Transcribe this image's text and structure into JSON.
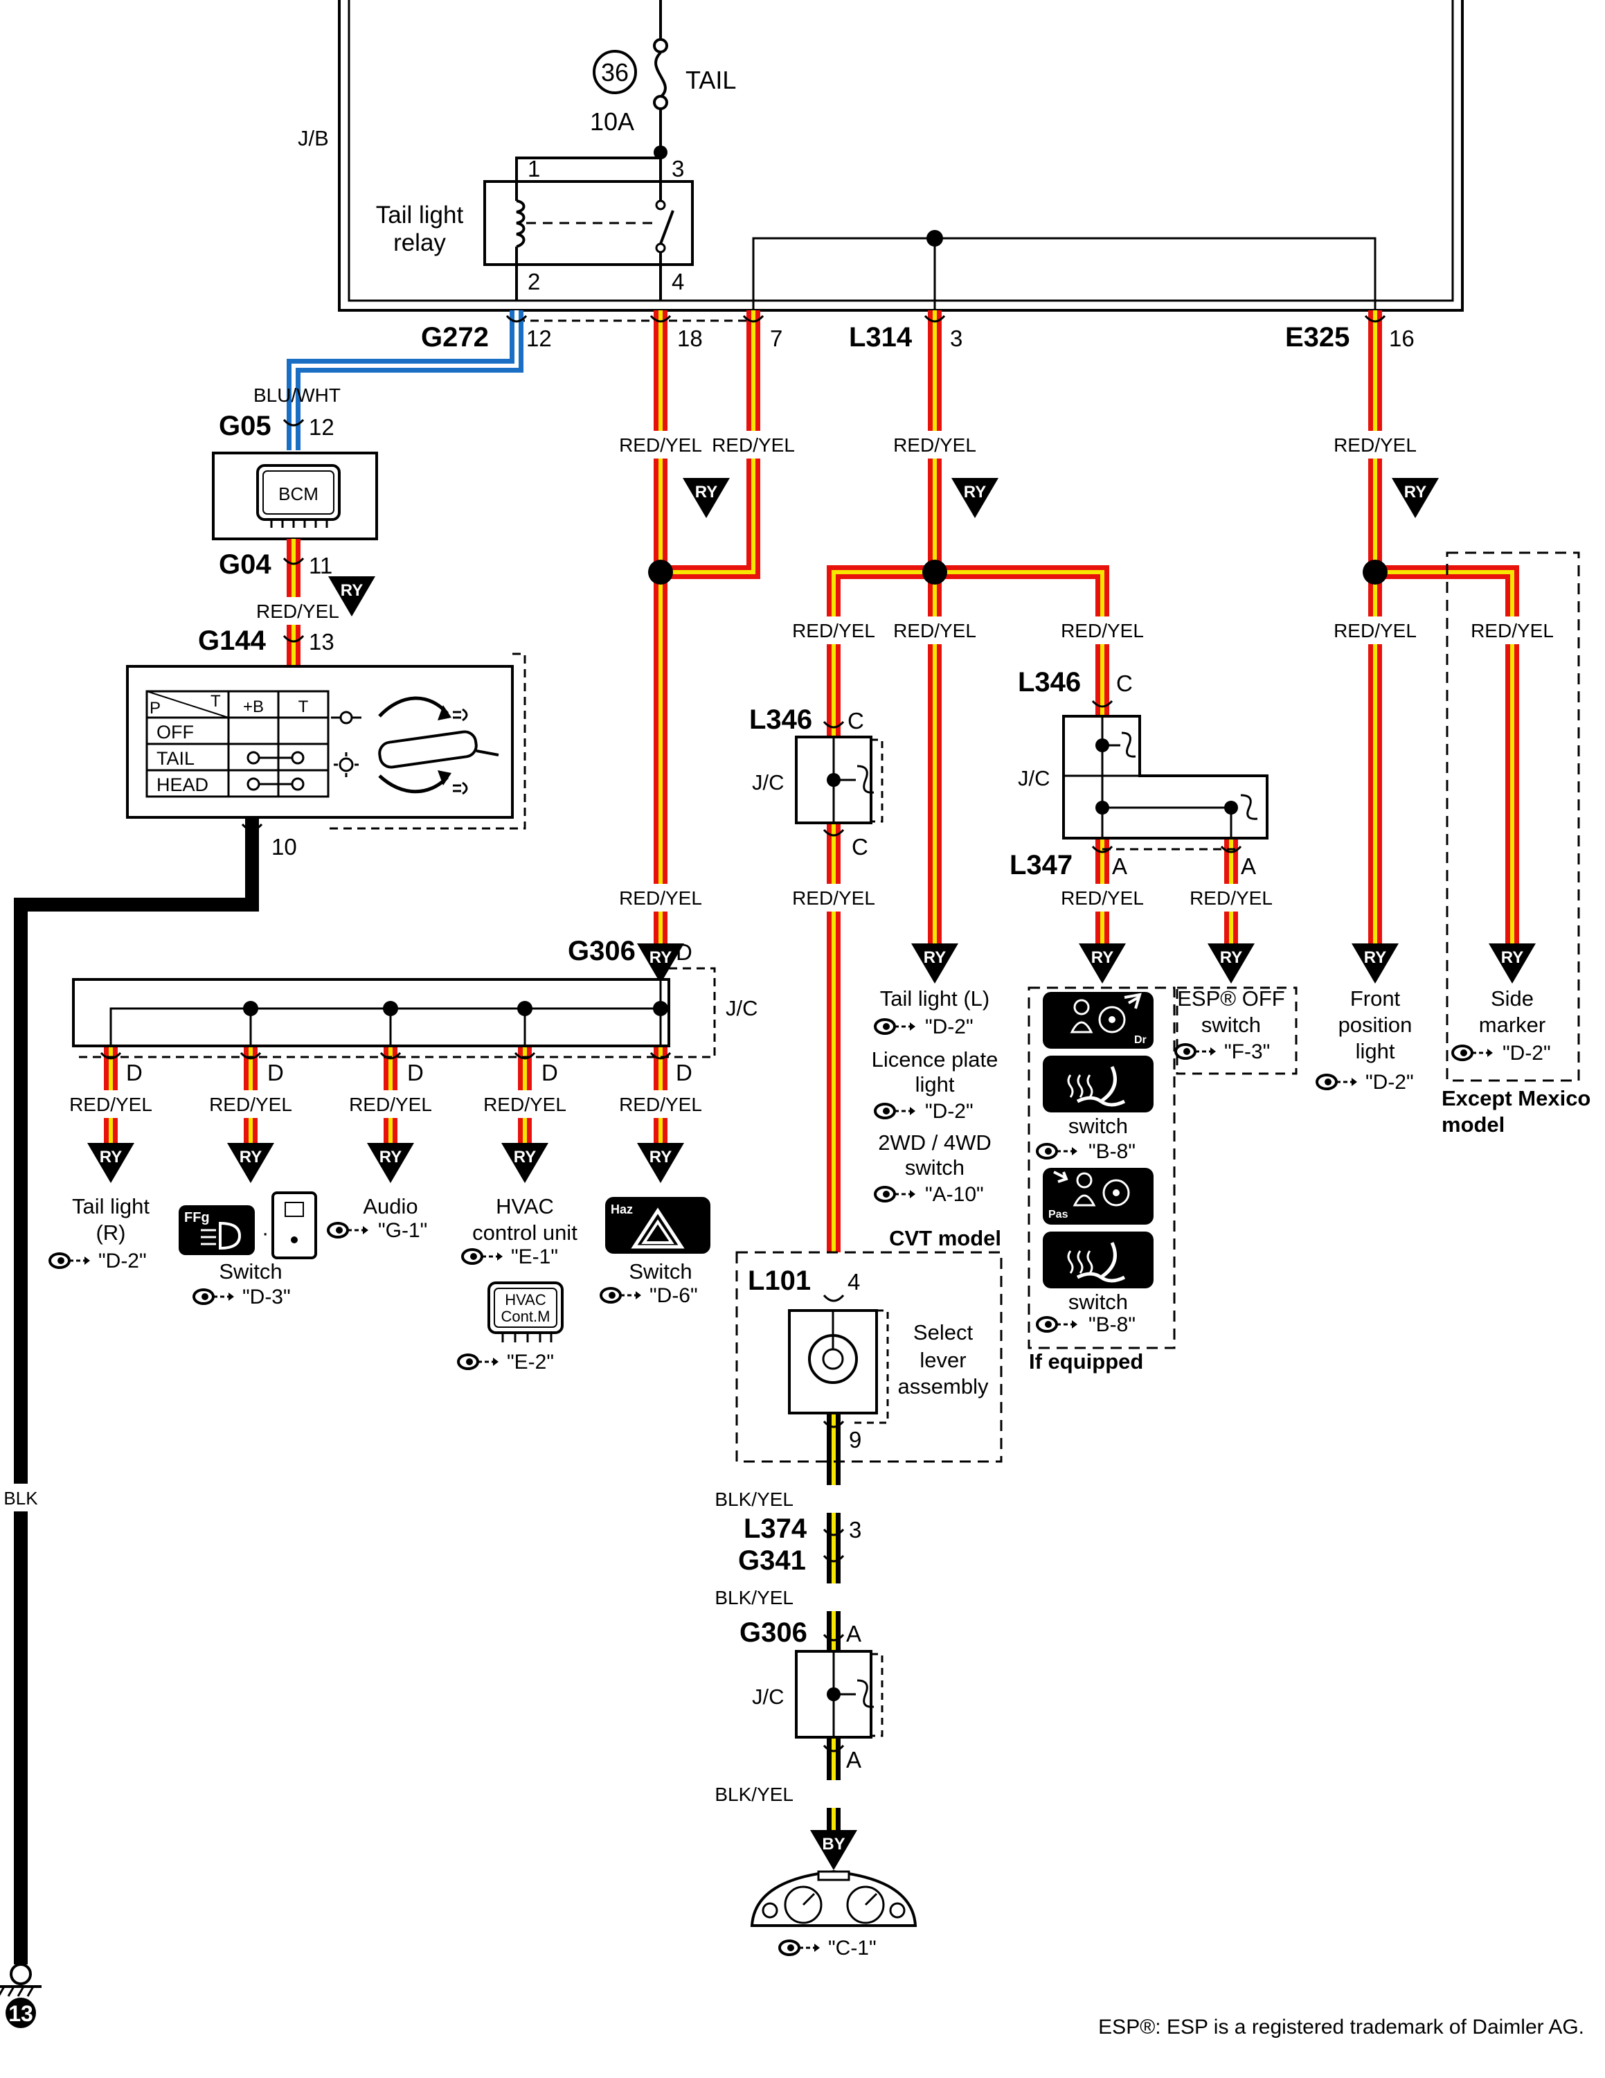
{
  "jb": {
    "label": "J/B",
    "fuse_number": "36",
    "fuse_name": "TAIL",
    "fuse_rating": "10A",
    "relay_label": "Tail light relay",
    "relay_pins": [
      "1",
      "3",
      "2",
      "4"
    ]
  },
  "connectors": {
    "G272": {
      "name": "G272",
      "pin": "12"
    },
    "G272b": {
      "pin18": "18",
      "pin7": "7"
    },
    "L314": {
      "name": "L314",
      "pin": "3"
    },
    "E325": {
      "name": "E325",
      "pin": "16"
    },
    "G05": {
      "name": "G05",
      "pin": "12"
    },
    "G04": {
      "name": "G04",
      "pin": "11"
    },
    "G144": {
      "name": "G144",
      "pin": "13",
      "pin_out": "10"
    },
    "G306D": {
      "name": "G306",
      "pin": "D"
    },
    "L346a": {
      "name": "L346",
      "pin": "C",
      "pin_out": "C"
    },
    "L346b": {
      "name": "L346",
      "pin": "C"
    },
    "L347": {
      "name": "L347",
      "pin_a": "A",
      "pin_b": "A"
    },
    "L101": {
      "name": "L101",
      "pin": "4",
      "pin_out": "9"
    },
    "L374": {
      "name": "L374",
      "pin": "3"
    },
    "G341": {
      "name": "G341"
    },
    "G306A": {
      "name": "G306",
      "pin": "A",
      "pin_out": "A"
    }
  },
  "wires": {
    "blu_wht": "BLU/WHT",
    "red_yel": "RED/YEL",
    "blk": "BLK",
    "blk_yel": "BLK/YEL"
  },
  "tags": {
    "ry": "RY",
    "by": "BY"
  },
  "jc": "J/C",
  "bcm": "BCM",
  "light_switch_table": {
    "header": [
      "P",
      "T",
      "+B",
      "T"
    ],
    "rows": [
      "OFF",
      "TAIL",
      "HEAD"
    ]
  },
  "loads": {
    "tail_l": {
      "line1": "Tail light (L)",
      "ref1": "\"D-2\"",
      "line2": "Licence plate",
      "line3": "light",
      "ref2": "\"D-2\"",
      "line4": "2WD / 4WD",
      "line5": "switch",
      "ref3": "\"A-10\""
    },
    "seat_switch": {
      "label1": "switch",
      "ref1": "\"B-8\"",
      "label2": "switch",
      "ref2": "\"B-8\"",
      "note": "If equipped"
    },
    "esp": {
      "line1": "ESP® OFF",
      "line2": "switch",
      "ref": "\"F-3\""
    },
    "front_pos": {
      "line1": "Front",
      "line2": "position",
      "line3": "light",
      "ref": "\"D-2\""
    },
    "side_marker": {
      "line1": "Side",
      "line2": "marker",
      "ref": "\"D-2\"",
      "note1": "Except Mexico",
      "note2": "model"
    },
    "tail_r": {
      "line1": "Tail light",
      "line2": "(R)",
      "ref": "\"D-2\""
    },
    "ffg_switch": {
      "label": "Switch",
      "ref": "\"D-3\"",
      "icon": "FFg"
    },
    "audio": {
      "label": "Audio",
      "ref": "\"G-1\""
    },
    "hvac": {
      "line1": "HVAC",
      "line2": "control unit",
      "ref1": "\"E-1\"",
      "box1": "HVAC",
      "box2": "Cont.M",
      "ref2": "\"E-2\""
    },
    "haz": {
      "label": "Switch",
      "ref": "\"D-6\"",
      "icon": "Haz"
    },
    "cvt": {
      "title": "CVT model",
      "line1": "Select",
      "line2": "lever",
      "line3": "assembly"
    },
    "meter": {
      "ref": "\"C-1\""
    }
  },
  "seat_icons": {
    "dr": "Dr",
    "pas": "Pas"
  },
  "ground": {
    "number": "13"
  },
  "footer": "ESP®: ESP is a registered trademark of Daimler AG.",
  "colors": {
    "red": "#e8120c",
    "yellow": "#f7e600",
    "blue": "#1a6fc4",
    "black": "#000000"
  }
}
